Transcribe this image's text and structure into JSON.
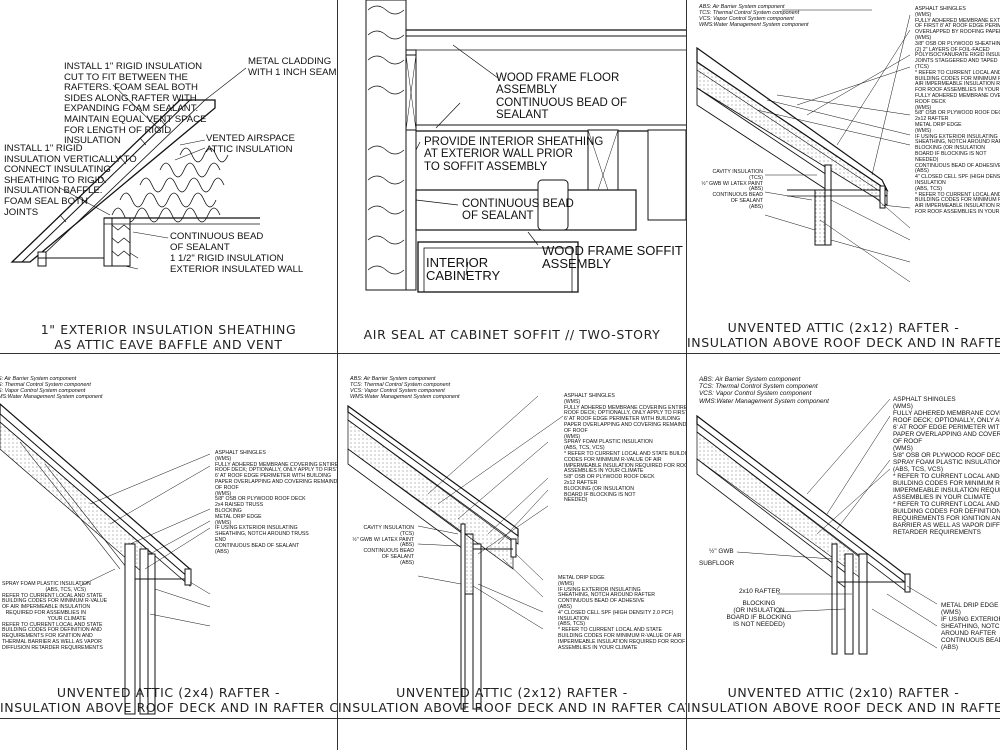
{
  "panels": {
    "p1": {
      "caption_line1": "1\" EXTERIOR INSULATION SHEATHING",
      "caption_line2": "AS ATTIC EAVE BAFFLE AND VENT",
      "labels": {
        "rigid1": "INSTALL 1\" RIGID INSULATION",
        "rigid2": "CUT TO FIT BETWEEN THE",
        "rigid3": "RAFTERS. FOAM SEAL BOTH",
        "rigid4": "SIDES ALONG RAFTER WITH",
        "rigid5": "EXPANDING FOAM SEALANT.",
        "rigid6": "MAINTAIN EQUAL VENT SPACE",
        "rigid7": "FOR LENGTH OF RIGID",
        "rigid8": "INSULATION",
        "clad1": "METAL CLADDING",
        "clad2": "WITH 1 INCH SEAM",
        "vert1": "INSTALL 1\" RIGID",
        "vert2": "INSULATION VERTICALLY TO",
        "vert3": "CONNECT INSULATING",
        "vert4": "SHEATHING TO RIGID",
        "vert5": "INSULATION BAFFLE.",
        "vert6": "FOAM SEAL BOTH",
        "vert7": "JOINTS",
        "vented": "VENTED AIRSPACE",
        "attic": "ATTIC INSULATION",
        "bead1": "CONTINUOUS BEAD",
        "bead2": "OF SEALANT",
        "rigid15": "1 1/2\" RIGID INSULATION",
        "extwall": "EXTERIOR INSULATED WALL"
      }
    },
    "p2": {
      "caption": "AIR SEAL AT CABINET SOFFIT // TWO-STORY",
      "labels": {
        "floor1": "WOOD FRAME FLOOR",
        "floor2": "ASSEMBLY",
        "cbead1": "CONTINUOUS BEAD OF",
        "cbead2": "SEALANT",
        "sheath1": "PROVIDE INTERIOR SHEATHING",
        "sheath2": "AT EXTERIOR WALL PRIOR",
        "sheath3": "TO SOFFIT ASSEMBLY",
        "cbead3": "CONTINUOUS BEAD",
        "cbead4": "OF SEALANT",
        "soffit1": "WOOD FRAME SOFFIT",
        "soffit2": "ASSEMBLY",
        "cab1": "INTERIOR",
        "cab2": "CABINETRY"
      }
    },
    "p3": {
      "caption_line1": "UNVENTED ATTIC     (2x12) RAFTER -",
      "caption_line2": "INSULATION ABOVE ROOF DECK AND IN RAFTER CAVITY",
      "legend": [
        "ABS: Air Barrier System component",
        "TCS: Thermal Control System component",
        "VCS: Vapor Control System component",
        "WMS:Water Management System component"
      ],
      "labels": [
        "ASPHALT SHINGLES",
        "(WMS)",
        "FULLY ADHERED MEMBRANE EXTENDS",
        "OF FIRST 8' AT ROOF EDGE PERIMETER",
        "OVERLAPPED BY ROOFING PAPER",
        "(WMS)",
        "3/8\" OSB OR PLYWOOD SHEATHING",
        "(2) 2\" LAYERS OF FOIL-FACED",
        "POLYISOCYANURATE RIGID INSULATION",
        "JOINTS STAGGERED AND TAPED",
        "(TCS)",
        "* REFER TO CURRENT LOCAL AND STATE",
        "BUILDING CODES FOR MINIMUM R-VALUE",
        "AIR IMPERMEABLE INSULATION REQUIRED",
        "FOR ROOF ASSEMBLIES IN YOUR CLIMATE",
        "FULLY ADHERED MEMBRANE OVER",
        "ROOF DECK",
        "(WMS)",
        "5/8\" OSB OR PLYWOOD ROOF DECK",
        "2x12 RAFTER",
        "METAL DRIP EDGE",
        "(WMS)",
        "IF USING EXTERIOR INSULATING",
        "SHEATHING, NOTCH AROUND RAFTER",
        "BLOCKING (OR INSULATION",
        "BOARD IF BLOCKING IS NOT",
        "NEEDED)",
        "CONTINUOUS BEAD OF ADHESIVE",
        "(ABS)",
        "4\" CLOSED CELL SPF (HIGH DENSITY 2.0 PCF)",
        "INSULATION",
        "(ABS, TCS)",
        "* REFER TO CURRENT LOCAL AND STATE",
        "BUILDING CODES FOR MINIMUM R-VALUE",
        "AIR IMPERMEABLE INSULATION REQUIRED",
        "FOR ROOF ASSEMBLIES IN YOUR CLIMATE"
      ],
      "left_labels": [
        "CAVITY INSULATION",
        "(TCS)",
        "½\" GWB W/ LATEX PAINT",
        "(ABS)",
        "CONTINUOUS BEAD",
        "OF SEALANT",
        "(ABS)"
      ]
    },
    "p4": {
      "caption_line1": "UNVENTED ATTIC     (2x4) RAFTER -",
      "caption_line2": "INSULATION ABOVE ROOF DECK AND IN RAFTER CAVITY",
      "legend": [
        "S:  Air Barrier System component",
        "S: Thermal Control System component",
        "S: Vapor Control System component",
        "MS:Water Management System component"
      ],
      "labels": [
        "ASPHALT SHINGLES",
        "(WMS)",
        "FULLY ADHERED MEMBRANE COVERING ENTIRE",
        "ROOF DECK; OPTIONALLY, ONLY APPLY TO FIRST",
        "6' AT ROOF EDGE PERIMETER WITH BUILDING",
        "PAPER OVERLAPPING AND COVERING REMAINDER",
        "OF ROOF",
        "(WMS)",
        "5/8\" OSB OR PLYWOOD ROOF DECK",
        "2x4 RAISED TRUSS",
        "BLOCKING",
        "METAL DRIP EDGE",
        "(WMS)",
        "IF USING EXTERIOR INSULATING",
        "SHEATHING, NOTCH AROUND TRUSS",
        "END",
        "CONTINUOUS BEAD OF SEALANT",
        "(ABS)"
      ],
      "left_labels": [
        "SPRAY FOAM PLASTIC INSULATION",
        "(ABS, TCS, VCS)",
        "REFER TO CURRENT LOCAL AND STATE",
        "BUILDING CODES FOR MINIMUM R-VALUE",
        "OF AIR IMPERMEABLE INSULATION",
        "REQUIRED FOR ASSEMBLIES IN",
        "YOUR CLIMATE",
        "REFER TO CURRENT LOCAL AND STATE",
        "BUILDING CODES FOR DEFINITION AND",
        "REQUIREMENTS FOR IGNITION AND",
        "THERMAL BARRIER AS WELL AS VAPOR",
        "DIFFUSION RETARDER REQUIREMENTS"
      ]
    },
    "p5": {
      "caption_line1": "UNVENTED ATTIC     (2x12) RAFTER -",
      "caption_line2": "INSULATION ABOVE ROOF DECK AND IN RAFTER CAVITY",
      "legend": [
        "ABS:  Air Barrier System component",
        "TCS:  Thermal Control System component",
        "VCS:  Vapor Control System component",
        "WMS:Water Management System component"
      ],
      "labels": [
        "ASPHALT SHINGLES",
        "(WMS)",
        "FULLY ADHERED MEMBRANE COVERING ENTIRE",
        "ROOF DECK; OPTIONALLY, ONLY APPLY TO FIRST",
        "6' AT ROOF EDGE PERIMETER WITH BUILDING",
        "PAPER OVERLAPPING AND COVERING REMAINDER",
        "OF ROOF",
        "(WMS)",
        "SPRAY FOAM PLASTIC INSULATION",
        "(ABS, TCS, VCS)",
        "* REFER TO CURRENT LOCAL AND STATE BUILDING",
        "CODES FOR MINIMUM R-VALUE OF AIR",
        "IMPERMEABLE INSULATION REQUIRED FOR ROOF",
        "ASSEMBLIES IN YOUR CLIMATE",
        "5/8\" OSB OR PLYWOOD ROOF DECK",
        "2x12 RAFTER",
        "BLOCKING (OR INSULATION",
        "BOARD IF BLOCKING IS NOT",
        "NEEDED)"
      ],
      "labels_low": [
        "METAL DRIP EDGE",
        "(WMS)",
        "IF USING EXTERIOR INSULATING",
        "SHEATHING, NOTCH AROUND RAFTER",
        "CONTINUOUS BEAD OF ADHESIVE",
        "(ABS)",
        "4\" CLOSED CELL SPF (HIGH DENSITY 2.0 PCF)",
        "INSULATION",
        "(ABS, TCS)",
        "* REFER TO CURRENT LOCAL AND STATE",
        "BUILDING CODES FOR MINIMUM R-VALUE OF AIR",
        "IMPERMEABLE INSULATION REQUIRED FOR ROOF",
        "ASSEMBLIES IN YOUR CLIMATE"
      ],
      "left_labels": [
        "CAVITY INSULATION",
        "(TCS)",
        "½\" GWB W/ LATEX PAINT",
        "(ABS)",
        "CONTINUOUS BEAD",
        "OF SEALANT",
        "(ABS)"
      ]
    },
    "p6": {
      "caption_line1": "UNVENTED ATTIC     (2x10) RAFTER -",
      "caption_line2": "INSULATION ABOVE ROOF DECK AND IN RAFTER CAVITY",
      "legend": [
        "ABS:  Air Barrier System component",
        "TCS:  Thermal Control System component",
        "VCS:  Vapor Control System component",
        "WMS:Water Management System component"
      ],
      "labels": [
        "ASPHALT SHINGLES",
        "(WMS)",
        "FULLY ADHERED MEMBRANE COVERING",
        "ROOF DECK; OPTIONALLY, ONLY APPLY",
        "6' AT ROOF EDGE PERIMETER WITH BUI",
        "PAPER OVERLAPPING AND COVERING R",
        "OF ROOF",
        "(WMS)",
        "5/8\" OSB OR PLYWOOD ROOF DECK",
        "SPRAY FOAM PLASTIC INSULATION",
        "(ABS, TCS, VCS)",
        "* REFER TO CURRENT LOCAL AND STATE",
        "BUILDING CODES FOR MINIMUM R-VALU",
        "IMPERMEABLE INSULATION REQUIRED",
        "ASSEMBLIES IN YOUR CLIMATE",
        "* REFER TO CURRENT LOCAL AND STATE",
        "BUILDING CODES FOR DEFINITION AND",
        "REQUIREMENTS FOR IGNITION AND THE",
        "BARRIER AS WELL AS VAPOR DIFFUSIO",
        "RETARDER REQUIREMENTS"
      ],
      "labels_low": [
        "METAL DRIP EDGE",
        "(WMS)",
        "IF USING EXTERIOR IN",
        "SHEATHING, NOTCH",
        "AROUND RAFTER",
        "CONTINUOUS BEAD O",
        "(ABS)"
      ],
      "left_labels": [
        "½\" GWB",
        "SUBFLOOR",
        "2x10 RAFTER",
        "BLOCKING",
        "(OR INSULATION",
        "BOARD IF BLOCKING",
        "IS NOT NEEDED)"
      ]
    }
  }
}
